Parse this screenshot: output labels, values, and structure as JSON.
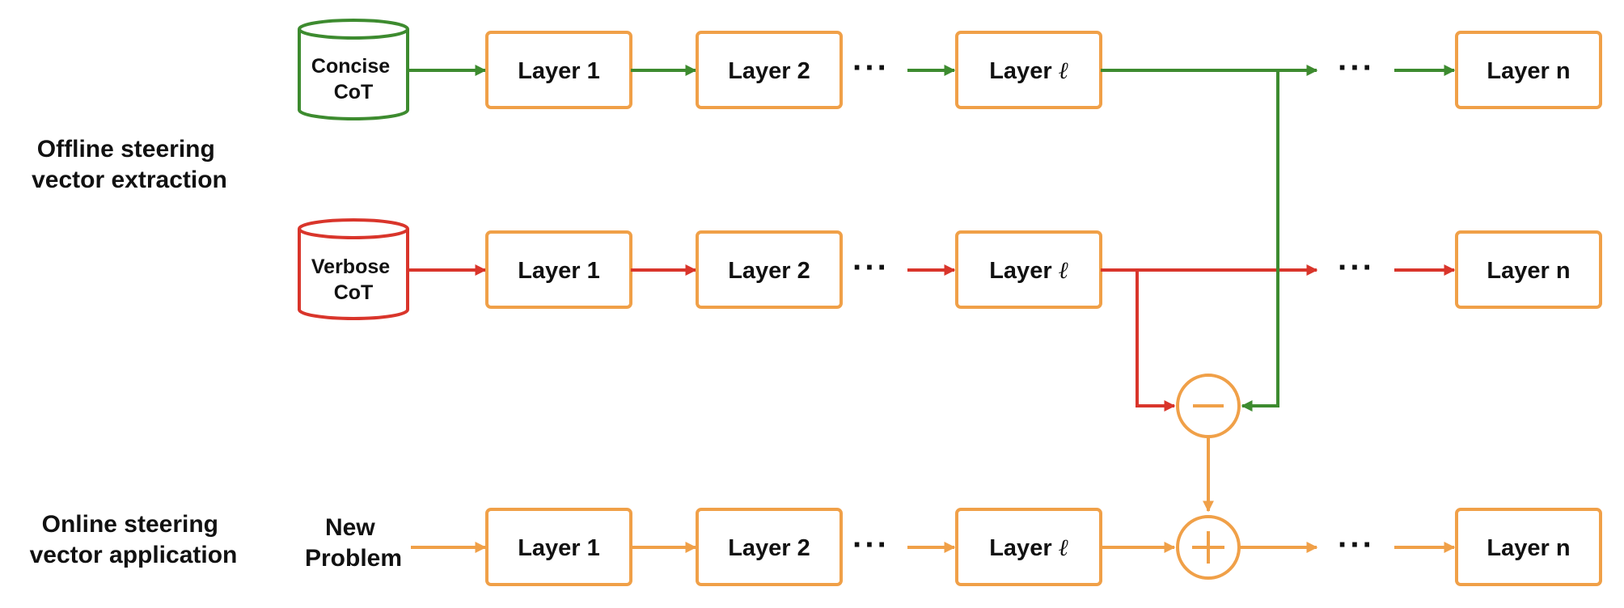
{
  "sections": {
    "offline": [
      "Offline steering",
      "vector extraction"
    ],
    "online": [
      "Online steering",
      "vector application"
    ]
  },
  "datasets": {
    "concise": [
      "Concise",
      "CoT"
    ],
    "verbose": [
      "Verbose",
      "CoT"
    ]
  },
  "new_problem": [
    "New",
    "Problem"
  ],
  "layers": {
    "layer1": "Layer 1",
    "layer2": "Layer 2",
    "layerl_prefix": "Layer",
    "layerl_symbol": "ℓ",
    "layern": "Layer n"
  },
  "ellipsis": "···",
  "operators": {
    "minus": "−",
    "plus": "+"
  },
  "colors": {
    "green": "#3d8b2f",
    "red": "#d9352b",
    "orange": "#f0a048",
    "text": "#111111"
  }
}
